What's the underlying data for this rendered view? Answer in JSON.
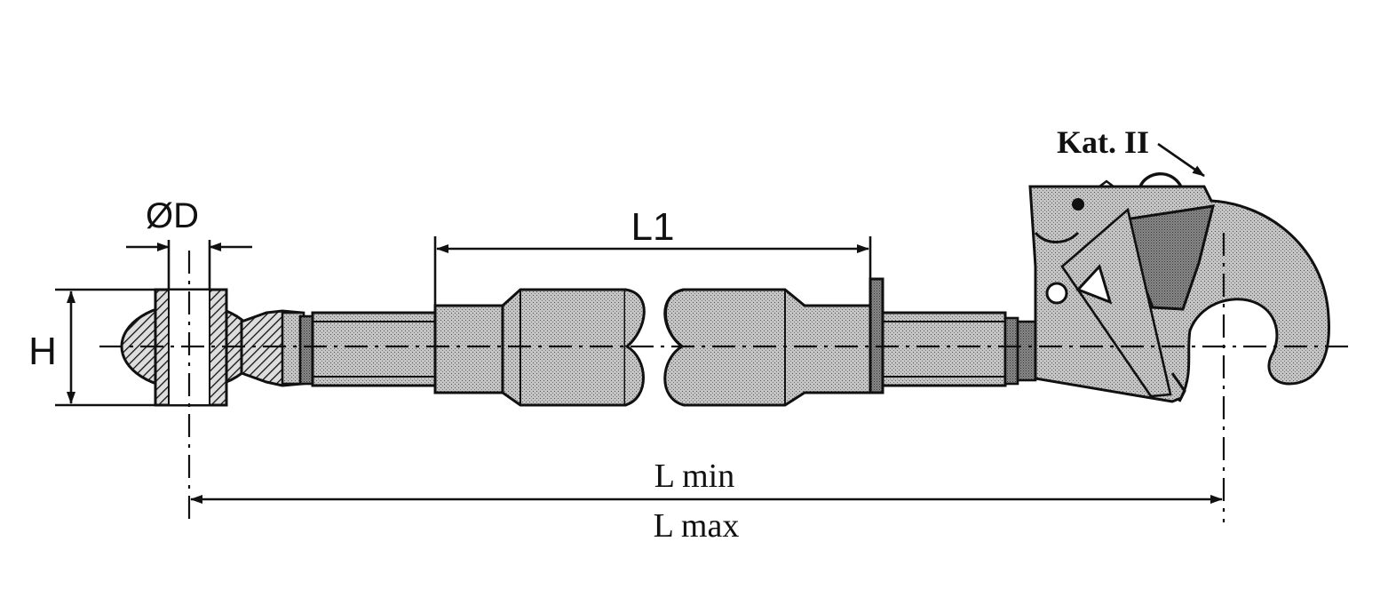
{
  "labels": {
    "diameter": "ØD",
    "height": "H",
    "l1": "L1",
    "l_min": "L min",
    "l_max": "L max",
    "category": "Kat. II"
  },
  "colors": {
    "line": "#111111",
    "fill_light": "#bdbdbd",
    "fill_mid": "#9e9e9e",
    "fill_dark": "#6e6e6e",
    "background": "#ffffff"
  }
}
